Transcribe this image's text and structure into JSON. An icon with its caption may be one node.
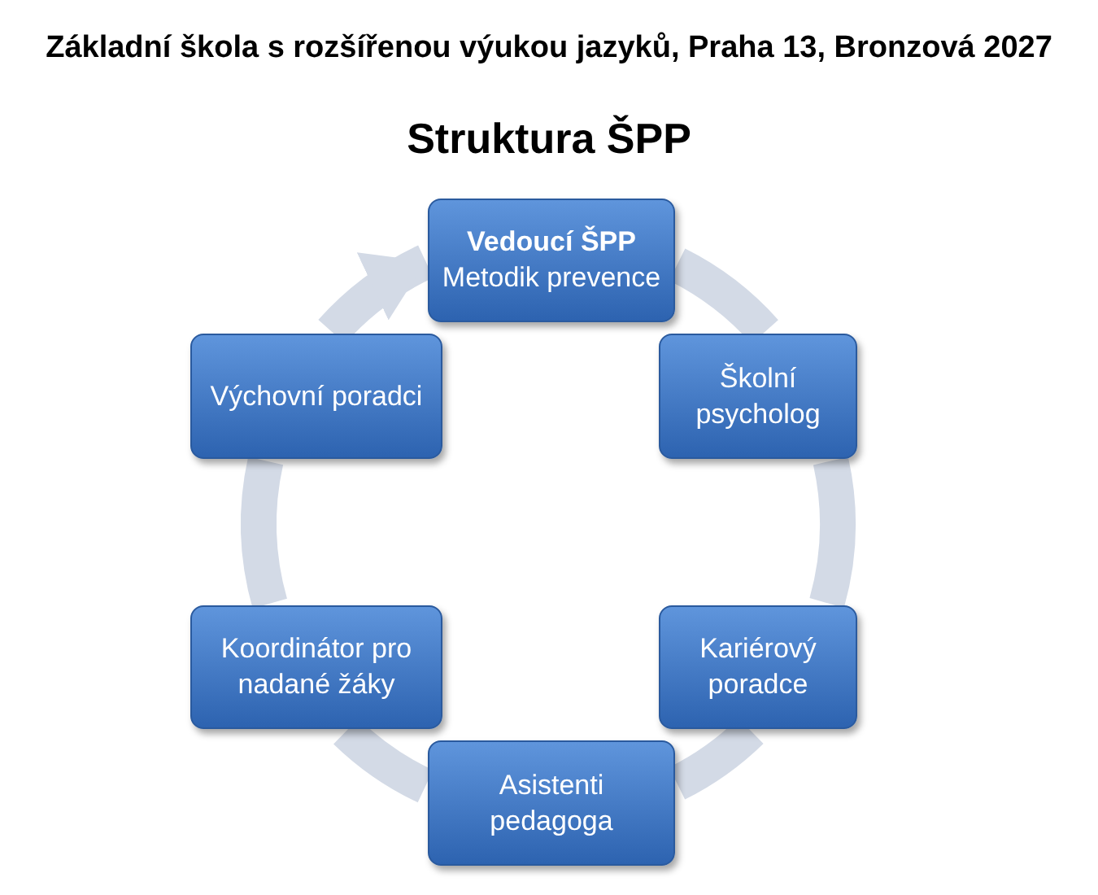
{
  "diagram": {
    "title": "Struktura ŠPP",
    "nodes": [
      {
        "text": [
          "Vedoucí ŠPP",
          "Metodik prevence"
        ]
      },
      {
        "text": [
          "Školní psycholog"
        ]
      },
      {
        "text": [
          "Kariérový poradce"
        ]
      },
      {
        "text": [
          "Asistenti pedagoga"
        ]
      },
      {
        "text": [
          "Koordinátor pro nadané žáky"
        ]
      },
      {
        "text": [
          "Výchovní poradci"
        ]
      }
    ],
    "edges": [
      {
        "from": 0,
        "to": 1,
        "arrow": "none"
      },
      {
        "from": 1,
        "to": 2,
        "arrow": "none"
      },
      {
        "from": 2,
        "to": 3,
        "arrow": "none"
      },
      {
        "from": 3,
        "to": 4,
        "arrow": "none"
      },
      {
        "from": 4,
        "to": 5,
        "arrow": "none"
      },
      {
        "from": 5,
        "to": 0,
        "arrow": "to"
      }
    ],
    "labels": [
      "Základní škola s rozšířenou výukou jazyků, Praha 13, Bronzová 2027"
    ]
  }
}
